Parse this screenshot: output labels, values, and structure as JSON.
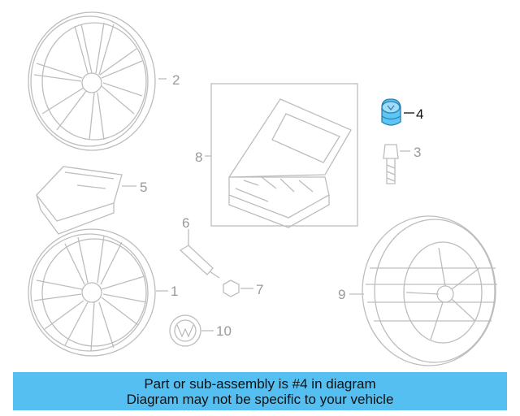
{
  "parts": [
    {
      "num": "1",
      "name": "wheel-lower"
    },
    {
      "num": "2",
      "name": "wheel-upper"
    },
    {
      "num": "3",
      "name": "valve-bolt"
    },
    {
      "num": "4",
      "name": "lock-nut"
    },
    {
      "num": "5",
      "name": "tpms-sensor"
    },
    {
      "num": "6",
      "name": "valve-stem"
    },
    {
      "num": "7",
      "name": "valve-nut"
    },
    {
      "num": "8",
      "name": "tool-kit-case"
    },
    {
      "num": "9",
      "name": "tire-assembly"
    },
    {
      "num": "10",
      "name": "center-cap"
    }
  ],
  "highlight": {
    "num": "4",
    "color": "#5cc6f5"
  },
  "banner": {
    "line1": "Part or sub-assembly is #4 in diagram",
    "line2": "Diagram may not be specific to your vehicle",
    "color": "#56bff2"
  }
}
